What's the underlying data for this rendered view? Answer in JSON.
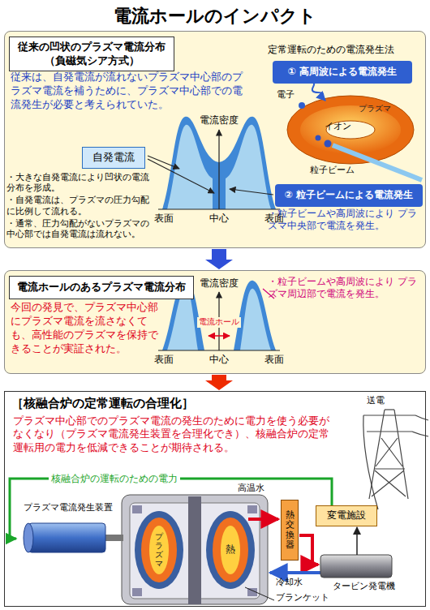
{
  "diagram": {
    "title": "電流ホールのインパクト",
    "nodes": [
      {
        "text": [
          "従来は、自発電流が流れないプラズマ中心部のプラズマ電流を補うために、プラズマ中心部での電流発生が必要と考えられていた。"
        ]
      },
      {
        "text": [
          "従来の凹状のプラズマ電流分布（負磁気シア方式）"
        ],
        "in": 0
      },
      {
        "text": [
          "自発電流"
        ],
        "in": 0
      },
      {
        "text": [
          "① 高周波による電流発生"
        ],
        "in": 0
      },
      {
        "text": [
          "② 粒子ビームによる電流発生"
        ],
        "in": 0
      },
      {
        "text": [
          "今回の発見で、プラズマ中心部にプラズマ電流を流さなくても、高性能のプラズマを保持できることが実証された。"
        ]
      },
      {
        "text": [
          "電流ホールのあるプラズマ電流分布"
        ],
        "in": 5
      },
      {
        "text": [
          "［核融合炉の定常運転の合理化］",
          "プラズマ中心部でのプラズマ電流の発生のために電力を使う必要がなくなり（プラズマ電流発生装置を合理化でき）、核融合炉の定常運転用の電力を低減できることが期待される。"
        ]
      },
      {
        "text": [
          "プラズマ電流発生装置"
        ],
        "in": 7
      },
      {
        "text": [
          "熱交換器"
        ],
        "in": 7
      },
      {
        "text": [
          "変電施設"
        ],
        "in": 7
      }
    ],
    "edges": [
      {
        "from": 0,
        "to": 5,
        "arrow": "to"
      },
      {
        "from": 5,
        "to": 7,
        "arrow": "to"
      },
      {
        "from": 10,
        "to": 8,
        "label": "核融合炉の運転のための電力",
        "arrow": "to"
      }
    ],
    "labels": [
      "定常運転のための電流発生法",
      "電子",
      "プラズマ",
      "イオン",
      "粒子ビーム",
      "・粒子ビームや高周波により プラズマ中央部で電流を発生。",
      "電流密度",
      "表面",
      "中心",
      "表面",
      "・大きな自発電流により凹状の電流分布を形成。",
      "・自発電流は、プラズマの圧力勾配に比例して流れる。",
      "・通常、圧力勾配がないプラズマの中心部では自発電流は流れない。",
      "電流密度",
      "電流ホール",
      "表面",
      "中心",
      "表面",
      "・粒子ビームや高周波により プラズマ周辺部で電流を発生。",
      "送電",
      "高温水",
      "プラズマ",
      "熱",
      "タービン発電機",
      "冷却水",
      "ブランケット"
    ]
  }
}
